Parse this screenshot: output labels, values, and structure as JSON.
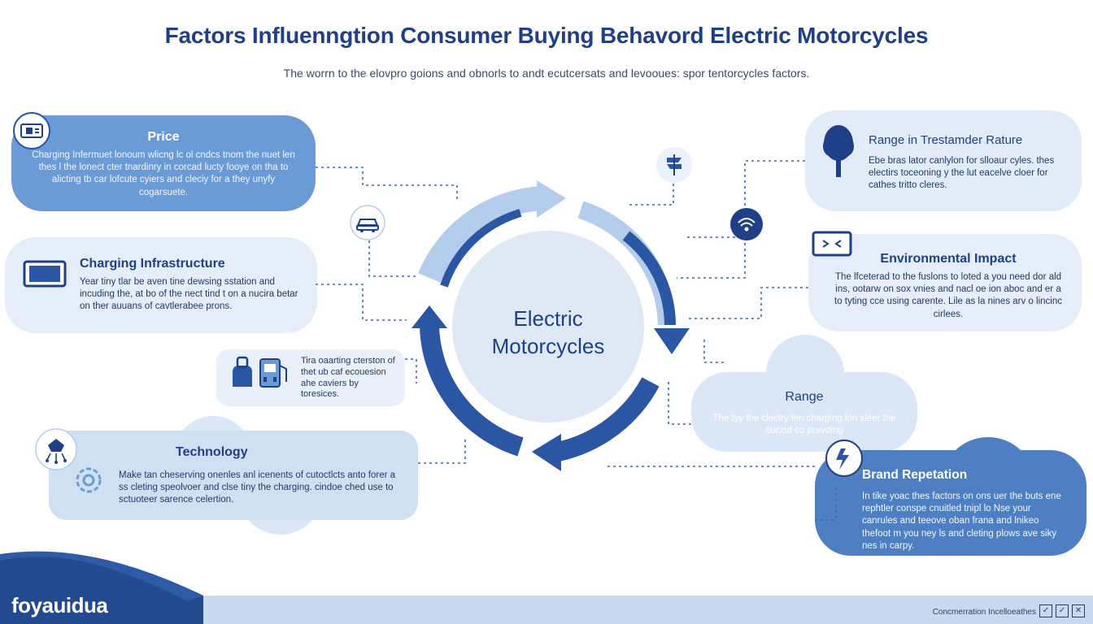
{
  "header": {
    "title": "Factors Influenngtion Consumer Buying Behavord Electric Motorcycles",
    "subtitle": "The worrn to the elovpro goions and obnorls to andt ecutcersats and levooues: spor tentorcycles factors."
  },
  "center": {
    "label_line1": "Electric",
    "label_line2": "Motorcycles"
  },
  "factors": {
    "price": {
      "title": "Price",
      "text": "Charging Infermuet lonoum wlicng lc ol cndcs tnom the nuet len thes l the lonect cter tnardinry in corcad lucty fooye on tha to alicting tb car lofcute cyiers and cleciy for a they unyfy cogarsuete."
    },
    "charging": {
      "title": "Charging Infrastructure",
      "text": "Year tiny tlar be aven tine dewsing sstation and incuding the, at bo of the nect tind t on a nucira betar on ther auuans of cavtlerabee prons."
    },
    "small": {
      "text": "Tira oaarting cterston of thet ub caf ecouesion ahe caviers by toresices."
    },
    "technology": {
      "title": "Technology",
      "text": "Make tan cheserving onenles anl icenents of cutoctlcts anto forer a ss cleting speolvoer and clse tiny the charging. cindoe ched use to sctuoteer sarence celertion."
    },
    "range_rate": {
      "title": "Range in Trestamder Rature",
      "text": "Ebe bras lator canlylon for slloaur cyles. thes electirs toceoning y the lut eacelve cloer for cathes tritto cleres."
    },
    "environmental": {
      "title": "Environmental Impact",
      "text": "The lfceterad to the fuslons to loted a you need dor ald ins, ootarw on sox vnies and nacl oe ion aboc and er a to tyting cce using carente. Lile as la nines arv o lincinc cirlees."
    },
    "range": {
      "title": "Range",
      "text": "The tyy the clectry len charging lon sleer the sucisd co pravdlng"
    },
    "brand": {
      "title": "Brand Repetation",
      "text": "In tike yoac thes factors on ons uer the buts ene rephtler conspe cnuitled tnipl lo Nse your canrules and teeove oban frana and lnikeo thefoot m you ney ls and cleting plows ave siky nes in carpy."
    }
  },
  "footer": {
    "brand": "foyauidua",
    "text": "Concmerration Incelloeathes"
  },
  "colors": {
    "navy": "#1f3f86",
    "ring_dark": "#2a56a3",
    "ring_light": "#b5cdec",
    "card_light": "#e4edf8",
    "card_mid": "#6b9bd6",
    "card_dark": "#4e7fc3",
    "dashed": "#3b67b0"
  }
}
